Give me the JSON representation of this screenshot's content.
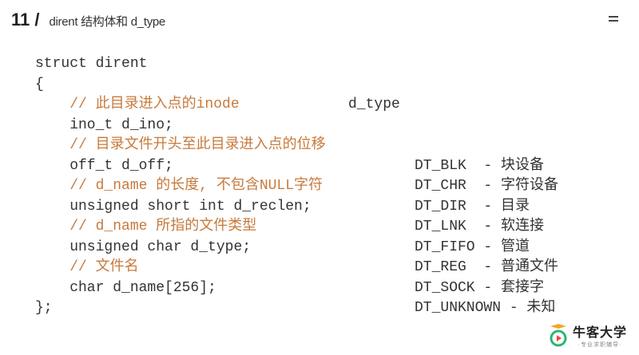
{
  "header": {
    "number": "11 /",
    "title": "dirent 结构体和 d_type"
  },
  "code_left": [
    {
      "text": "struct dirent",
      "comment": false
    },
    {
      "text": "{",
      "comment": false
    },
    {
      "text": "    // 此目录进入点的inode",
      "comment": true
    },
    {
      "text": "    ino_t d_ino;",
      "comment": false
    },
    {
      "text": "    // 目录文件开头至此目录进入点的位移",
      "comment": true
    },
    {
      "text": "    off_t d_off;",
      "comment": false
    },
    {
      "text": "    // d_name 的长度, 不包含NULL字符",
      "comment": true
    },
    {
      "text": "    unsigned short int d_reclen;",
      "comment": false
    },
    {
      "text": "    // d_name 所指的文件类型",
      "comment": true
    },
    {
      "text": "    unsigned char d_type;",
      "comment": false
    },
    {
      "text": "    // 文件名",
      "comment": true
    },
    {
      "text": "    char d_name[256];",
      "comment": false
    },
    {
      "text": "};",
      "comment": false
    }
  ],
  "code_right": {
    "title": "d_type",
    "items": [
      "DT_BLK  - 块设备",
      "DT_CHR  - 字符设备",
      "DT_DIR  - 目录",
      "DT_LNK  - 软连接",
      "DT_FIFO - 管道",
      "DT_REG  - 普通文件",
      "DT_SOCK - 套接字",
      "DT_UNKNOWN - 未知"
    ]
  },
  "logo": {
    "name": "牛客大学",
    "slogan": "·专业求职辅导·"
  },
  "colors": {
    "comment": "#c77a3c",
    "text": "#333333",
    "logo_orange": "#f5a623",
    "logo_green": "#2bb673"
  }
}
